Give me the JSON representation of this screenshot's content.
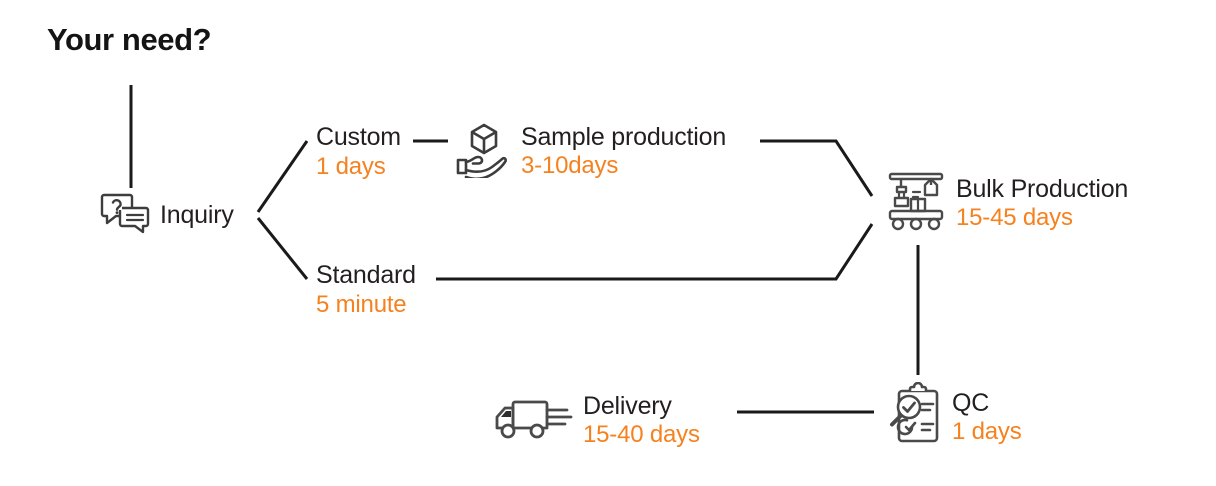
{
  "diagram": {
    "heading": "Your need?",
    "colors": {
      "accent_orange": "#F5821F",
      "text_dark": "#231f20",
      "line": "#1a1a1a",
      "background": "#ffffff"
    },
    "nodes": {
      "inquiry": {
        "label": "Inquiry",
        "duration": "",
        "icon": "chat-question-icon"
      },
      "custom": {
        "label": "Custom",
        "duration": "1 days",
        "icon": ""
      },
      "standard": {
        "label": "Standard",
        "duration": "5 minute",
        "icon": ""
      },
      "sample": {
        "label": "Sample production",
        "duration": "3-10days",
        "icon": "cube-in-hand-icon"
      },
      "bulk": {
        "label": "Bulk Production",
        "duration": "15-45 days",
        "icon": "assembly-line-icon"
      },
      "qc": {
        "label": "QC",
        "duration": "1 days",
        "icon": "clipboard-magnifier-icon"
      },
      "delivery": {
        "label": "Delivery",
        "duration": "15-40 days",
        "icon": "delivery-truck-icon"
      }
    },
    "edges": [
      {
        "from": "heading",
        "to": "inquiry"
      },
      {
        "from": "inquiry",
        "to": "custom"
      },
      {
        "from": "inquiry",
        "to": "standard"
      },
      {
        "from": "custom",
        "to": "sample"
      },
      {
        "from": "sample",
        "to": "bulk"
      },
      {
        "from": "standard",
        "to": "bulk"
      },
      {
        "from": "bulk",
        "to": "qc"
      },
      {
        "from": "qc",
        "to": "delivery"
      }
    ]
  }
}
